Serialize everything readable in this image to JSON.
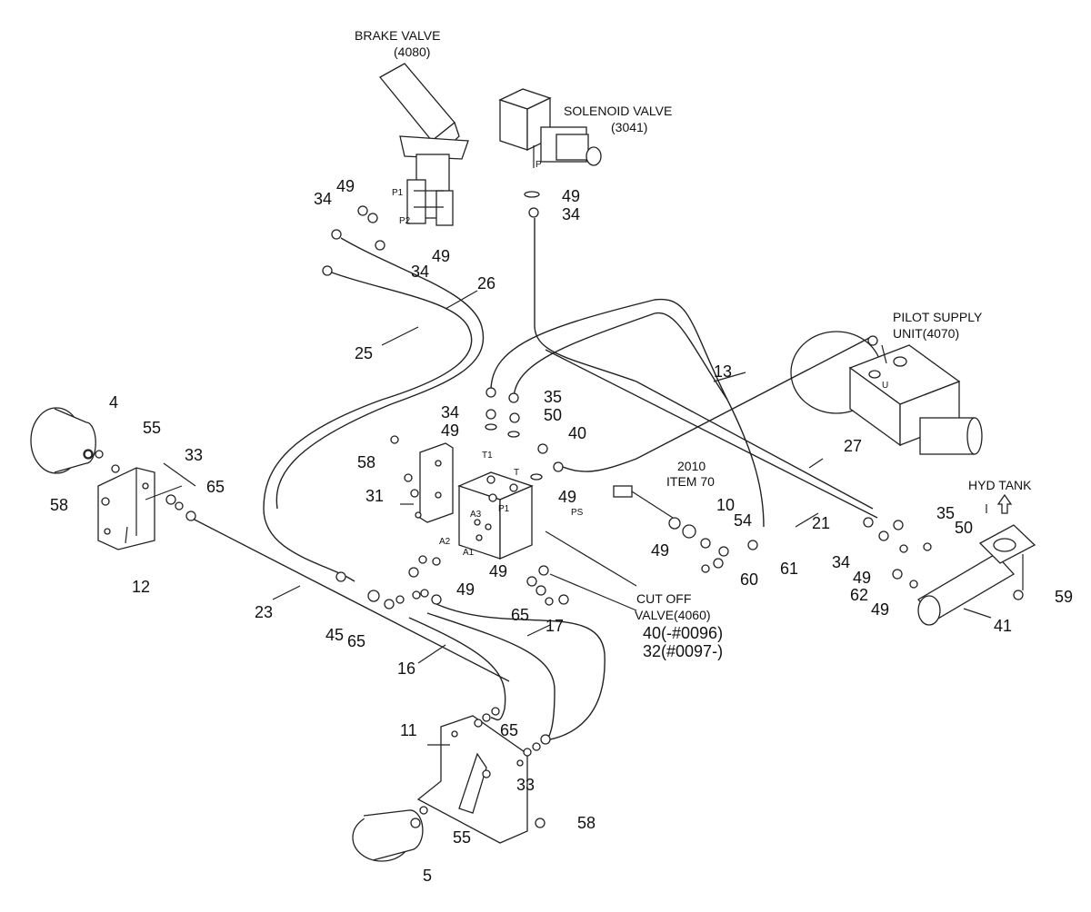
{
  "components": {
    "brake_valve": {
      "name": "BRAKE VALVE",
      "code": "(4080)"
    },
    "solenoid_valve": {
      "name": "SOLENOID VALVE",
      "code": "(3041)"
    },
    "pilot_supply_unit": {
      "name": "PILOT SUPPLY",
      "code": "UNIT(4070)"
    },
    "hyd_tank": {
      "name": "HYD TANK"
    },
    "cut_off_valve": {
      "name": "CUT OFF",
      "code": "VALVE(4060)"
    },
    "reference": {
      "line1": "2010",
      "line2": "ITEM 70"
    },
    "variant_a": "40(-#0096)",
    "variant_b": "32(#0097-)"
  },
  "ports": {
    "p1_brake": "P1",
    "p2_brake": "P2",
    "p_solenoid": "P",
    "t1": "T1",
    "t": "T",
    "p1_block": "P1",
    "a3": "A3",
    "a2": "A2",
    "a1": "A1",
    "ps": "PS",
    "u": "U"
  },
  "part_numbers": {
    "n4": "4",
    "n5": "5",
    "n10": "10",
    "n11": "11",
    "n12": "12",
    "n13": "13",
    "n16": "16",
    "n17": "17",
    "n21": "21",
    "n23": "23",
    "n25": "25",
    "n26": "26",
    "n27": "27",
    "n31": "31",
    "n33": "33",
    "n34": "34",
    "n35": "35",
    "n40": "40",
    "n41": "41",
    "n45": "45",
    "n49": "49",
    "n50": "50",
    "n54": "54",
    "n55": "55",
    "n58": "58",
    "n59": "59",
    "n60": "60",
    "n61": "61",
    "n62": "62",
    "n65": "65"
  }
}
